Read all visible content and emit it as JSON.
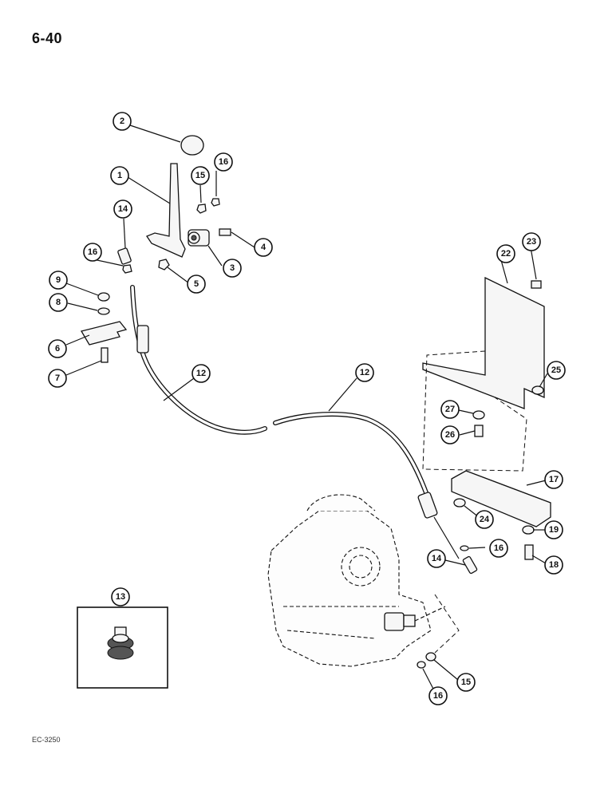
{
  "page": {
    "number": "6-40",
    "footer_code": "EC-3250"
  },
  "callouts": {
    "c1": "1",
    "c2": "2",
    "c3": "3",
    "c4": "4",
    "c5": "5",
    "c6": "6",
    "c7": "7",
    "c8": "8",
    "c9": "9",
    "c12a": "12",
    "c12b": "12",
    "c13": "13",
    "c14a": "14",
    "c14b": "14",
    "c15a": "15",
    "c15b": "15",
    "c16a": "16",
    "c16b": "16",
    "c16c": "16",
    "c16d": "16",
    "c17": "17",
    "c18": "18",
    "c19": "19",
    "c22": "22",
    "c23": "23",
    "c24": "24",
    "c25": "25",
    "c26": "26",
    "c27": "27"
  }
}
